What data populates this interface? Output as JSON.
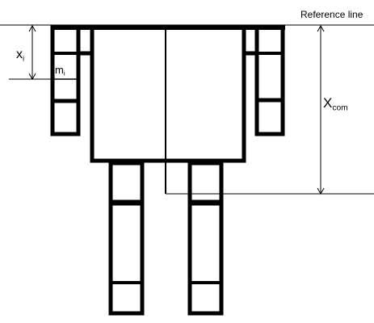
{
  "labels": {
    "reference_line": "Reference line",
    "x_i": {
      "base": "x",
      "sub": "i"
    },
    "m_i": {
      "base": "m",
      "sub": "i"
    },
    "x_com": {
      "base": "X",
      "sub": "com"
    }
  },
  "colors": {
    "stroke": "#000000",
    "background": "#ffffff"
  }
}
